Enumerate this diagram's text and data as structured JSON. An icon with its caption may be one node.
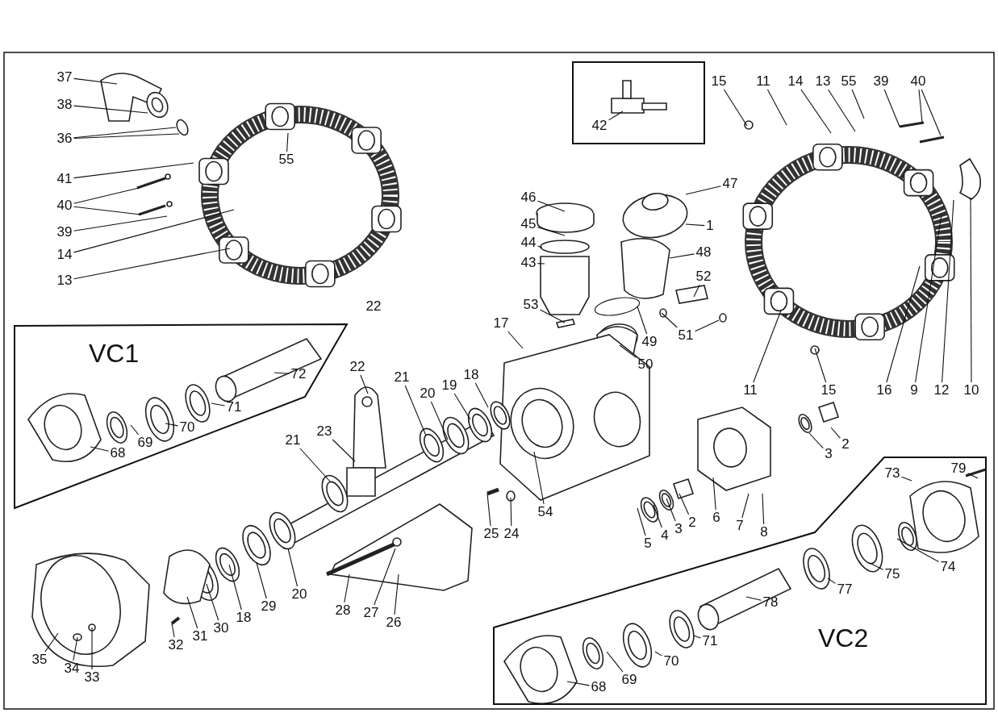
{
  "diagram": {
    "nodes": [
      {
        "text": [
          "37"
        ]
      },
      {
        "text": [
          "38"
        ]
      },
      {
        "text": [
          "36"
        ]
      },
      {
        "text": [
          "41"
        ]
      },
      {
        "text": [
          "40"
        ]
      },
      {
        "text": [
          "39"
        ]
      },
      {
        "text": [
          "14"
        ]
      },
      {
        "text": [
          "13"
        ]
      },
      {
        "text": [
          "55"
        ]
      },
      {
        "text": [
          "42"
        ]
      },
      {
        "text": [
          "15"
        ]
      },
      {
        "text": [
          "11"
        ]
      },
      {
        "text": [
          "14"
        ]
      },
      {
        "text": [
          "13"
        ]
      },
      {
        "text": [
          "55"
        ]
      },
      {
        "text": [
          "39"
        ]
      },
      {
        "text": [
          "40"
        ]
      },
      {
        "text": [
          "47"
        ]
      },
      {
        "text": [
          "46"
        ]
      },
      {
        "text": [
          "1"
        ]
      },
      {
        "text": [
          "45"
        ]
      },
      {
        "text": [
          "44"
        ]
      },
      {
        "text": [
          "48"
        ]
      },
      {
        "text": [
          "43"
        ]
      },
      {
        "text": [
          "52"
        ]
      },
      {
        "text": [
          "53"
        ]
      },
      {
        "text": [
          "17"
        ]
      },
      {
        "text": [
          "51"
        ]
      },
      {
        "text": [
          "49"
        ]
      },
      {
        "text": [
          "50"
        ]
      },
      {
        "text": [
          "VC1"
        ]
      },
      {
        "text": [
          "72"
        ],
        "in": 30
      },
      {
        "text": [
          "71"
        ],
        "in": 30
      },
      {
        "text": [
          "70"
        ],
        "in": 30
      },
      {
        "text": [
          "69"
        ],
        "in": 30
      },
      {
        "text": [
          "68"
        ],
        "in": 30
      },
      {
        "text": [
          "22"
        ]
      },
      {
        "text": [
          "21"
        ]
      },
      {
        "text": [
          "20"
        ]
      },
      {
        "text": [
          "19"
        ]
      },
      {
        "text": [
          "18"
        ]
      },
      {
        "text": [
          "11"
        ]
      },
      {
        "text": [
          "15"
        ]
      },
      {
        "text": [
          "16"
        ]
      },
      {
        "text": [
          "9"
        ]
      },
      {
        "text": [
          "12"
        ]
      },
      {
        "text": [
          "10"
        ]
      },
      {
        "text": [
          "21"
        ]
      },
      {
        "text": [
          "23"
        ]
      },
      {
        "text": [
          "3"
        ]
      },
      {
        "text": [
          "2"
        ]
      },
      {
        "text": [
          "54"
        ]
      },
      {
        "text": [
          "25"
        ]
      },
      {
        "text": [
          "24"
        ]
      },
      {
        "text": [
          "6"
        ]
      },
      {
        "text": [
          "7"
        ]
      },
      {
        "text": [
          "8"
        ]
      },
      {
        "text": [
          "2"
        ]
      },
      {
        "text": [
          "3"
        ]
      },
      {
        "text": [
          "4"
        ]
      },
      {
        "text": [
          "5"
        ]
      },
      {
        "text": [
          "VC2"
        ]
      },
      {
        "text": [
          "73"
        ],
        "in": 61
      },
      {
        "text": [
          "79"
        ],
        "in": 61
      },
      {
        "text": [
          "74"
        ],
        "in": 61
      },
      {
        "text": [
          "75"
        ],
        "in": 61
      },
      {
        "text": [
          "77"
        ],
        "in": 61
      },
      {
        "text": [
          "78"
        ],
        "in": 61
      },
      {
        "text": [
          "71"
        ],
        "in": 61
      },
      {
        "text": [
          "70"
        ],
        "in": 61
      },
      {
        "text": [
          "69"
        ],
        "in": 61
      },
      {
        "text": [
          "68"
        ],
        "in": 61
      },
      {
        "text": [
          "20"
        ]
      },
      {
        "text": [
          "29"
        ]
      },
      {
        "text": [
          "18"
        ]
      },
      {
        "text": [
          "30"
        ]
      },
      {
        "text": [
          "31"
        ]
      },
      {
        "text": [
          "28"
        ]
      },
      {
        "text": [
          "27"
        ]
      },
      {
        "text": [
          "26"
        ]
      },
      {
        "text": [
          "32"
        ]
      },
      {
        "text": [
          "35"
        ]
      },
      {
        "text": [
          "34"
        ]
      },
      {
        "text": [
          "33"
        ]
      }
    ],
    "edges": [
      {
        "from": 0,
        "to": null,
        "arrow": "none"
      },
      {
        "from": 1,
        "to": null,
        "arrow": "none"
      },
      {
        "from": 2,
        "to": null,
        "arrow": "none"
      },
      {
        "from": 2,
        "to": null,
        "arrow": "none"
      },
      {
        "from": 3,
        "to": null,
        "arrow": "none"
      },
      {
        "from": 4,
        "to": null,
        "arrow": "none"
      },
      {
        "from": 4,
        "to": null,
        "arrow": "none"
      },
      {
        "from": 5,
        "to": null,
        "arrow": "none"
      },
      {
        "from": 6,
        "to": null,
        "arrow": "none"
      },
      {
        "from": 7,
        "to": null,
        "arrow": "none"
      },
      {
        "from": 8,
        "to": null,
        "arrow": "none"
      },
      {
        "from": 9,
        "to": null,
        "arrow": "none"
      },
      {
        "from": 10,
        "to": null,
        "arrow": "none"
      },
      {
        "from": 11,
        "to": null,
        "arrow": "none"
      },
      {
        "from": 12,
        "to": null,
        "arrow": "none"
      },
      {
        "from": 13,
        "to": null,
        "arrow": "none"
      },
      {
        "from": 14,
        "to": null,
        "arrow": "none"
      },
      {
        "from": 15,
        "to": null,
        "arrow": "none"
      },
      {
        "from": 16,
        "to": null,
        "arrow": "none"
      },
      {
        "from": 16,
        "to": null,
        "arrow": "none"
      },
      {
        "from": 17,
        "to": null,
        "arrow": "none"
      },
      {
        "from": 18,
        "to": null,
        "arrow": "none"
      },
      {
        "from": 19,
        "to": null,
        "arrow": "none"
      },
      {
        "from": 20,
        "to": null,
        "arrow": "none"
      },
      {
        "from": 21,
        "to": null,
        "arrow": "none"
      },
      {
        "from": 22,
        "to": null,
        "arrow": "none"
      },
      {
        "from": 23,
        "to": null,
        "arrow": "none"
      },
      {
        "from": 24,
        "to": null,
        "arrow": "none"
      },
      {
        "from": 25,
        "to": null,
        "arrow": "none"
      },
      {
        "from": 26,
        "to": null,
        "arrow": "none"
      },
      {
        "from": 27,
        "to": null,
        "arrow": "none"
      },
      {
        "from": 27,
        "to": null,
        "arrow": "none"
      },
      {
        "from": 28,
        "to": null,
        "arrow": "none"
      },
      {
        "from": 29,
        "to": null,
        "arrow": "none"
      },
      {
        "from": 31,
        "to": null,
        "arrow": "none"
      },
      {
        "from": 32,
        "to": null,
        "arrow": "none"
      },
      {
        "from": 33,
        "to": null,
        "arrow": "none"
      },
      {
        "from": 34,
        "to": null,
        "arrow": "none"
      },
      {
        "from": 35,
        "to": null,
        "arrow": "none"
      },
      {
        "from": 36,
        "to": null,
        "arrow": "none"
      },
      {
        "from": 37,
        "to": null,
        "arrow": "none"
      },
      {
        "from": 38,
        "to": null,
        "arrow": "none"
      },
      {
        "from": 39,
        "to": null,
        "arrow": "none"
      },
      {
        "from": 40,
        "to": null,
        "arrow": "none"
      },
      {
        "from": 41,
        "to": null,
        "arrow": "none"
      },
      {
        "from": 42,
        "to": null,
        "arrow": "none"
      },
      {
        "from": 43,
        "to": null,
        "arrow": "none"
      },
      {
        "from": 44,
        "to": null,
        "arrow": "none"
      },
      {
        "from": 45,
        "to": null,
        "arrow": "none"
      },
      {
        "from": 46,
        "to": null,
        "arrow": "none"
      },
      {
        "from": 47,
        "to": null,
        "arrow": "none"
      },
      {
        "from": 48,
        "to": null,
        "arrow": "none"
      },
      {
        "from": 49,
        "to": null,
        "arrow": "none"
      },
      {
        "from": 50,
        "to": null,
        "arrow": "none"
      },
      {
        "from": 51,
        "to": null,
        "arrow": "none"
      },
      {
        "from": 52,
        "to": null,
        "arrow": "none"
      },
      {
        "from": 53,
        "to": null,
        "arrow": "none"
      },
      {
        "from": 54,
        "to": null,
        "arrow": "none"
      },
      {
        "from": 55,
        "to": null,
        "arrow": "none"
      },
      {
        "from": 56,
        "to": null,
        "arrow": "none"
      },
      {
        "from": 57,
        "to": null,
        "arrow": "none"
      },
      {
        "from": 58,
        "to": null,
        "arrow": "none"
      },
      {
        "from": 59,
        "to": null,
        "arrow": "none"
      },
      {
        "from": 60,
        "to": null,
        "arrow": "none"
      },
      {
        "from": 62,
        "to": null,
        "arrow": "none"
      },
      {
        "from": 63,
        "to": null,
        "arrow": "none"
      },
      {
        "from": 64,
        "to": null,
        "arrow": "none"
      },
      {
        "from": 65,
        "to": null,
        "arrow": "none"
      },
      {
        "from": 66,
        "to": null,
        "arrow": "none"
      },
      {
        "from": 67,
        "to": null,
        "arrow": "none"
      },
      {
        "from": 68,
        "to": null,
        "arrow": "none"
      },
      {
        "from": 69,
        "to": null,
        "arrow": "none"
      },
      {
        "from": 70,
        "to": null,
        "arrow": "none"
      },
      {
        "from": 71,
        "to": null,
        "arrow": "none"
      },
      {
        "from": 72,
        "to": null,
        "arrow": "none"
      },
      {
        "from": 73,
        "to": null,
        "arrow": "none"
      },
      {
        "from": 74,
        "to": null,
        "arrow": "none"
      },
      {
        "from": 75,
        "to": null,
        "arrow": "none"
      },
      {
        "from": 76,
        "to": null,
        "arrow": "none"
      },
      {
        "from": 77,
        "to": null,
        "arrow": "none"
      },
      {
        "from": 78,
        "to": null,
        "arrow": "none"
      },
      {
        "from": 79,
        "to": null,
        "arrow": "none"
      },
      {
        "from": 80,
        "to": null,
        "arrow": "none"
      },
      {
        "from": 81,
        "to": null,
        "arrow": "none"
      },
      {
        "from": 82,
        "to": null,
        "arrow": "none"
      },
      {
        "from": 83,
        "to": null,
        "arrow": "none"
      }
    ],
    "labels": [
      "22"
    ]
  }
}
